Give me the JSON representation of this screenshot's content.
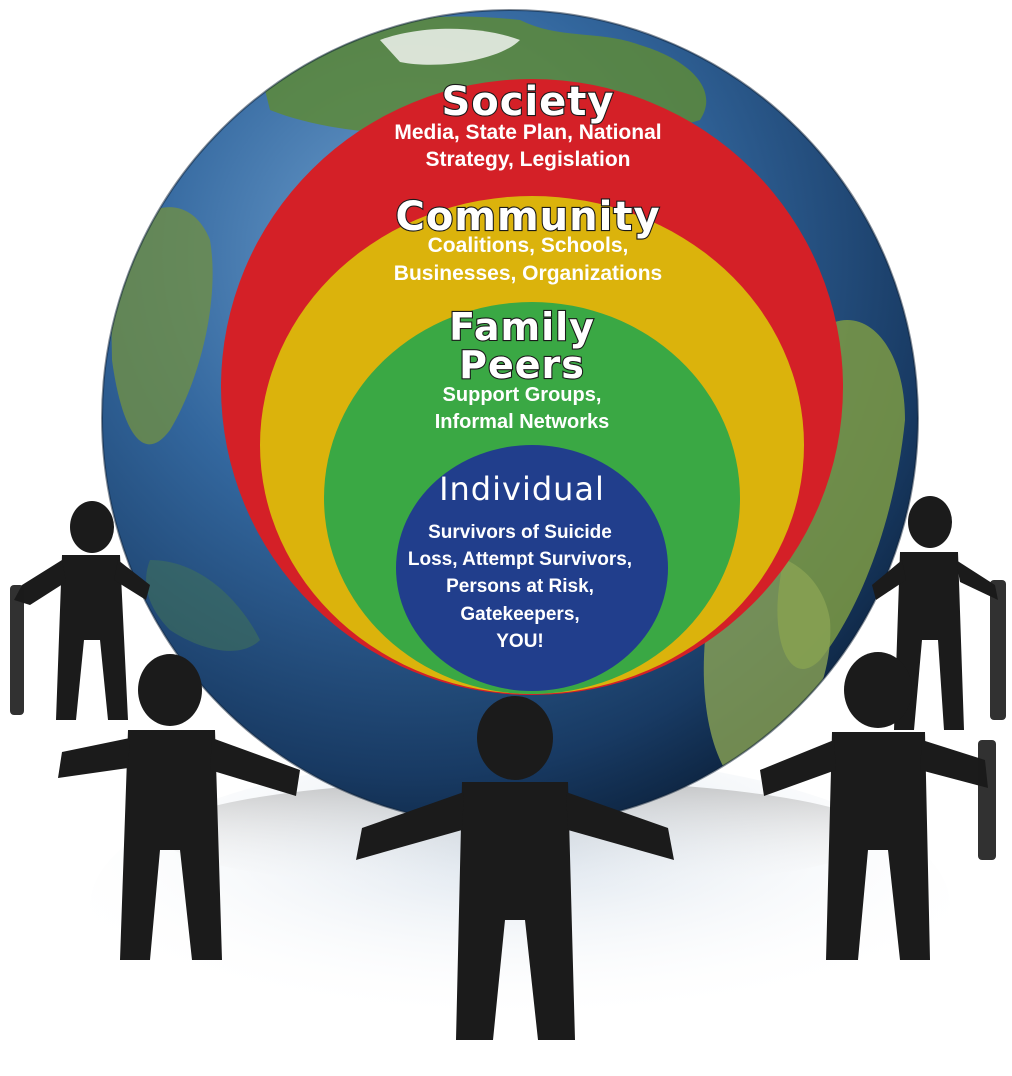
{
  "colors": {
    "society": "#d42027",
    "community": "#dbb30c",
    "family_peers": "#3aa844",
    "individual": "#213e8c",
    "people": "#1b1b1b",
    "ocean": "#2b5d94"
  },
  "layers": {
    "society": {
      "title": "Society",
      "lines": [
        "Media, State Plan, National",
        "Strategy, Legislation"
      ]
    },
    "community": {
      "title": "Community",
      "lines": [
        "Coalitions, Schools,",
        "Businesses, Organizations"
      ]
    },
    "family_peers": {
      "title_lines": [
        "Family",
        "Peers"
      ],
      "lines": [
        "Support Groups,",
        "Informal Networks"
      ]
    },
    "individual": {
      "title": "Individual",
      "lines": [
        "Survivors of Suicide",
        "Loss, Attempt Survivors,",
        "Persons at Risk,",
        "Gatekeepers,",
        "YOU!"
      ]
    }
  }
}
